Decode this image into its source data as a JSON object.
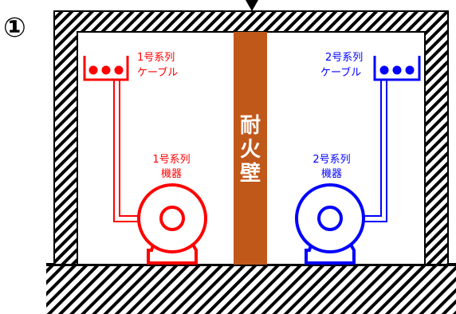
{
  "figure_number": "①",
  "colors": {
    "system1": "#ff0000",
    "system2": "#0000ff",
    "firewall": "#c0581a",
    "hatch": "#000000"
  },
  "firewall_label": [
    "耐",
    "火",
    "壁"
  ],
  "system1": {
    "cable_label": [
      "1号系列",
      "ケーブル"
    ],
    "equipment_label": [
      "1号系列",
      "機器"
    ],
    "cable_tray_icon": "cable-tray-icon",
    "equipment_icon": "motor-pump-icon"
  },
  "system2": {
    "cable_label": [
      "2号系列",
      "ケーブル"
    ],
    "equipment_label": [
      "2号系列",
      "機器"
    ],
    "cable_tray_icon": "cable-tray-icon",
    "equipment_icon": "motor-pump-icon"
  },
  "top_marker_icon": "down-arrow-icon"
}
